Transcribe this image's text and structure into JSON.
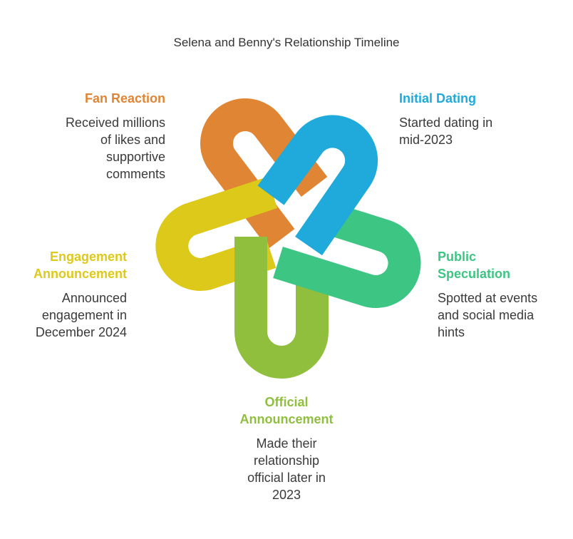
{
  "title": "Selena and Benny's Relationship Timeline",
  "colors": {
    "orange": "#E08534",
    "blue": "#1FAADB",
    "green": "#3DC583",
    "lime": "#8FBF3D",
    "yellow": "#DDC91A"
  },
  "stages": {
    "fan_reaction": {
      "title": "Fan Reaction",
      "lines": [
        "Received millions",
        "of likes and",
        "supportive",
        "comments"
      ]
    },
    "initial_dating": {
      "title": "Initial Dating",
      "lines": [
        "Started dating in",
        "mid-2023"
      ]
    },
    "engagement": {
      "title_lines": [
        "Engagement",
        "Announcement"
      ],
      "lines": [
        "Announced",
        "engagement in",
        "December 2024"
      ]
    },
    "public_speculation": {
      "title_lines": [
        "Public",
        "Speculation"
      ],
      "lines": [
        "Spotted at events",
        "and social media",
        "hints"
      ]
    },
    "official": {
      "title_lines": [
        "Official",
        "Announcement"
      ],
      "lines": [
        "Made their",
        "relationship",
        "official later in",
        "2023"
      ]
    }
  }
}
